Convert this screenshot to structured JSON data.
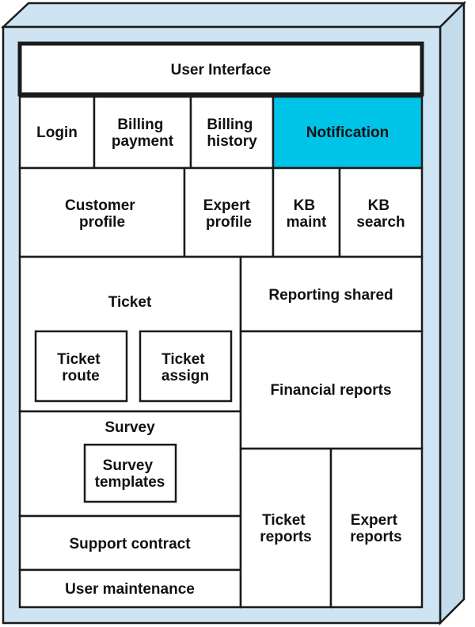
{
  "colors": {
    "background": "#ffffff",
    "container": "#cfe4f2",
    "container_side": "#c3dbeb",
    "highlight": "#00c3e8",
    "stroke": "#1a1a1a"
  },
  "diagram": {
    "user_interface": "User Interface",
    "row1": {
      "login": "Login",
      "billing_payment": [
        "Billing",
        "payment"
      ],
      "billing_history": [
        "Billing",
        "history"
      ],
      "notification": "Notification"
    },
    "row2": {
      "customer_profile": [
        "Customer",
        "profile"
      ],
      "expert_profile": [
        "Expert",
        "profile"
      ],
      "kb_maint": [
        "KB",
        "maint"
      ],
      "kb_search": [
        "KB",
        "search"
      ]
    },
    "ticket": {
      "title": "Ticket",
      "route": [
        "Ticket",
        "route"
      ],
      "assign": [
        "Ticket",
        "assign"
      ]
    },
    "survey": {
      "title": "Survey",
      "templates": [
        "Survey",
        "templates"
      ]
    },
    "support_contract": "Support contract",
    "user_maintenance": "User maintenance",
    "reporting_shared": "Reporting shared",
    "financial_reports": "Financial reports",
    "ticket_reports": [
      "Ticket",
      "reports"
    ],
    "expert_reports": [
      "Expert",
      "reports"
    ]
  }
}
